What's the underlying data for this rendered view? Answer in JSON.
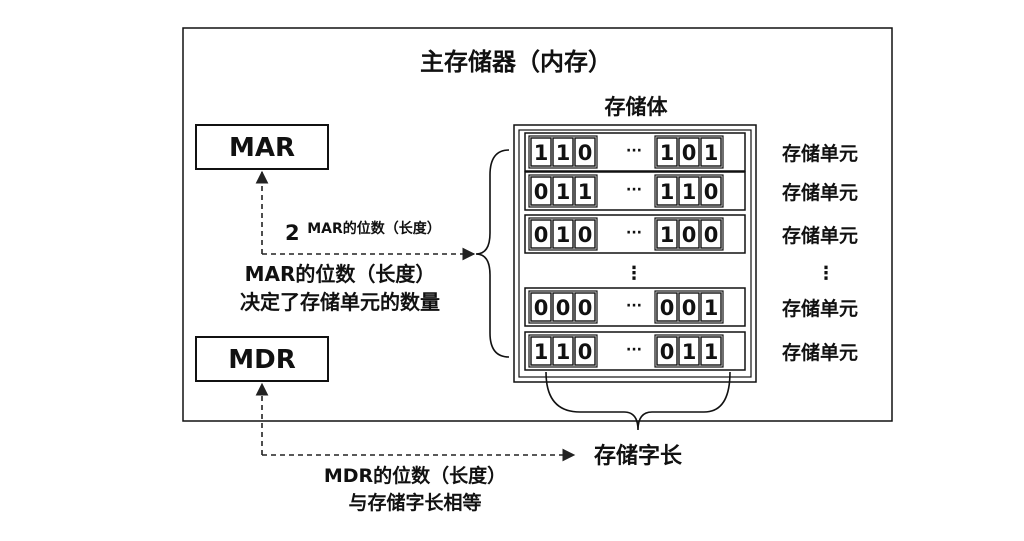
{
  "main_memory": {
    "title": "主存储器（内存）"
  },
  "registers": {
    "mar": "MAR",
    "mdr": "MDR"
  },
  "storage_body": {
    "title": "存储体",
    "rows": [
      {
        "left": [
          "1",
          "1",
          "0"
        ],
        "right": [
          "1",
          "0",
          "1"
        ],
        "label": "存储单元"
      },
      {
        "left": [
          "0",
          "1",
          "1"
        ],
        "right": [
          "1",
          "1",
          "0"
        ],
        "label": "存储单元"
      },
      {
        "left": [
          "0",
          "1",
          "0"
        ],
        "right": [
          "1",
          "0",
          "0"
        ],
        "label": "存储单元"
      },
      {
        "left": [
          "0",
          "0",
          "0"
        ],
        "right": [
          "0",
          "0",
          "1"
        ],
        "label": "存储单元"
      },
      {
        "left": [
          "1",
          "1",
          "0"
        ],
        "right": [
          "0",
          "1",
          "1"
        ],
        "label": "存储单元"
      }
    ],
    "ellipsis_h": "···",
    "ellipsis_v": "⋮"
  },
  "annotations": {
    "power_base": "2",
    "power_exp": "MAR的位数（长度）",
    "mar_note_line1": "MAR的位数（长度）",
    "mar_note_line2": "决定了存储单元的数量",
    "word_length": "存储字长",
    "mdr_note_line1": "MDR的位数（长度）",
    "mdr_note_line2": "与存储字长相等"
  }
}
